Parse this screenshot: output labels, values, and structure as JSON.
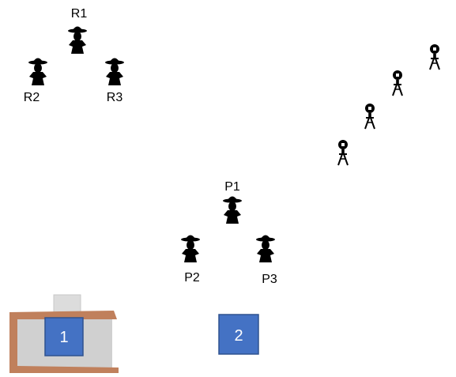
{
  "labels": {
    "r1": "R1",
    "r2": "R2",
    "r3": "R3",
    "p1": "P1",
    "p2": "P2",
    "p3": "P3"
  },
  "boxes": {
    "box1": "1",
    "box2": "2"
  },
  "colors": {
    "figure": "#000000",
    "box_fill": "#4472c4",
    "box_border": "#2f528f",
    "counter_fill": "#d0d0d0",
    "counter_border": "#c0805c",
    "screen_fill": "#dcdcdc"
  },
  "icons": {
    "person": "hat-person-icon",
    "camera": "tripod-camera-icon"
  }
}
